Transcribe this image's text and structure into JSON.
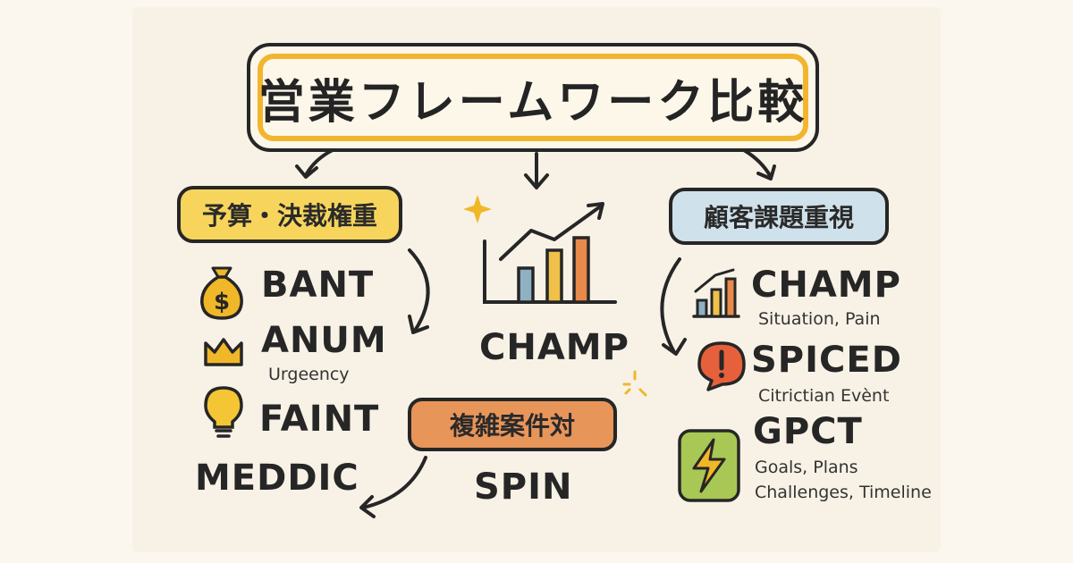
{
  "title": "営業フレームワーク比較",
  "categories": {
    "budget": "予算・決裁権重",
    "customer": "顧客課題重視",
    "complex": "複雑案件対"
  },
  "frameworks": {
    "bant": {
      "name": "BANT",
      "icon": "money-bag-icon"
    },
    "anum": {
      "name": "ANUM",
      "sub": "Urgeency",
      "icon": "crown-icon"
    },
    "faint": {
      "name": "FAINT",
      "icon": "lightbulb-icon"
    },
    "meddic": {
      "name": "MEDDIC"
    },
    "champ_center": {
      "name": "CHAMP",
      "icon": "bar-chart-icon"
    },
    "spin": {
      "name": "SPIN"
    },
    "champ_right": {
      "name": "CHAMP",
      "sub": "Situation, Pain",
      "icon": "bar-chart-icon"
    },
    "spiced": {
      "name": "SPICED",
      "sub": "Citrictian Evènt",
      "icon": "alert-bubble-icon"
    },
    "gpct": {
      "name": "GPCT",
      "sub1": "Goals, Plans",
      "sub2": "Challenges, Timeline",
      "icon": "lightning-icon"
    }
  },
  "colors": {
    "title_border": "#f2b52e",
    "budget": "#f7d55c",
    "customer": "#cfe1ea",
    "complex": "#e8955a",
    "ink": "#262626"
  }
}
